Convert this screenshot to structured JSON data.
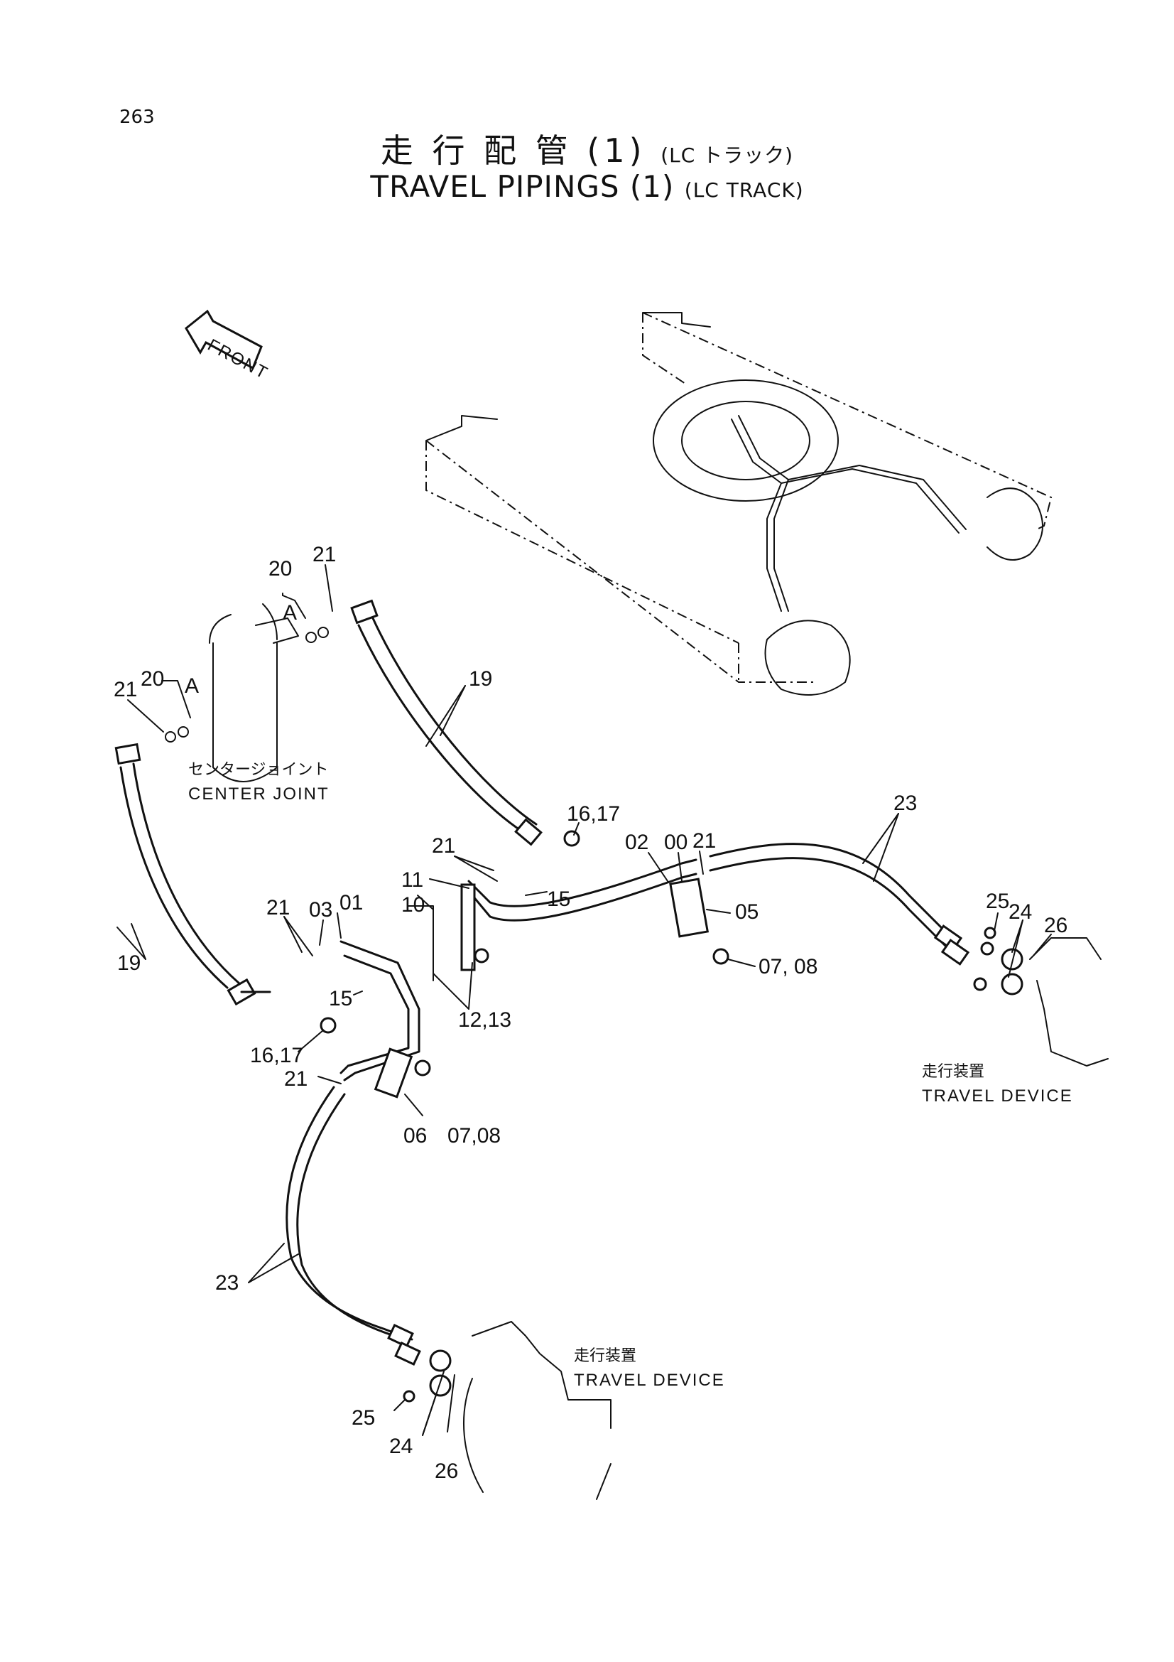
{
  "page_number": "263",
  "title": {
    "jp_main": "走 行 配 管 (1)",
    "jp_sub": "(LC トラック)",
    "en_main": "TRAVEL PIPINGS (1)",
    "en_sub": "(LC TRACK)"
  },
  "captions": {
    "front": "FRONT",
    "center_joint_jp": "センタージョイント",
    "center_joint_en": "CENTER JOINT",
    "travel_device_jp": "走行装置",
    "travel_device_en": "TRAVEL DEVICE"
  },
  "labels": {
    "l20a": "20",
    "l21a": "21",
    "lAa": "A",
    "l20b": "20",
    "l21b": "21",
    "lAb": "A",
    "l19a": "19",
    "l19b": "19",
    "l21c": "21",
    "l1617a": "16,17",
    "l02": "02",
    "l00": "00",
    "l21d": "21",
    "l23a": "23",
    "l11": "11",
    "l10": "10",
    "l15a": "15",
    "l05": "05",
    "l25a": "25",
    "l24a": "24",
    "l26a": "26",
    "l21e": "21",
    "l03": "03",
    "l01": "01",
    "l15b": "15",
    "l1213": "12,13",
    "l0708a": "07, 08",
    "l1617b": "16,17",
    "l21f": "21",
    "l06": "06",
    "l0708b": "07,08",
    "l23b": "23",
    "l25b": "25",
    "l24b": "24",
    "l26b": "26"
  }
}
